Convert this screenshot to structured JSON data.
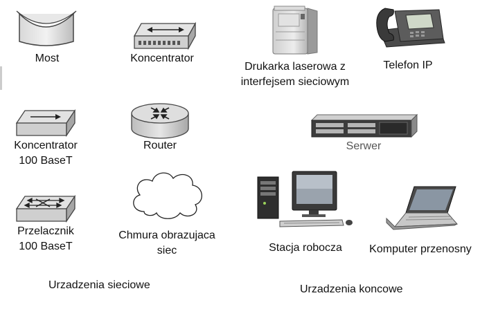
{
  "network_devices": {
    "section_label": "Urzadzenia sieciowe",
    "most": "Most",
    "koncentrator": "Koncentrator",
    "koncentrator_100": [
      "Koncentrator",
      "100 BaseT"
    ],
    "router": "Router",
    "przelacznik": [
      "Przelacznik",
      "100 BaseT"
    ],
    "chmura": [
      "Chmura obrazujaca",
      "siec"
    ]
  },
  "end_devices": {
    "section_label": "Urzadzenia koncowe",
    "drukarka": [
      "Drukarka laserowa z",
      "interfejsem sieciowym"
    ],
    "telefon": "Telefon IP",
    "serwer": "Serwer",
    "stacja": "Stacja robocza",
    "komputer": "Komputer przenosny"
  }
}
